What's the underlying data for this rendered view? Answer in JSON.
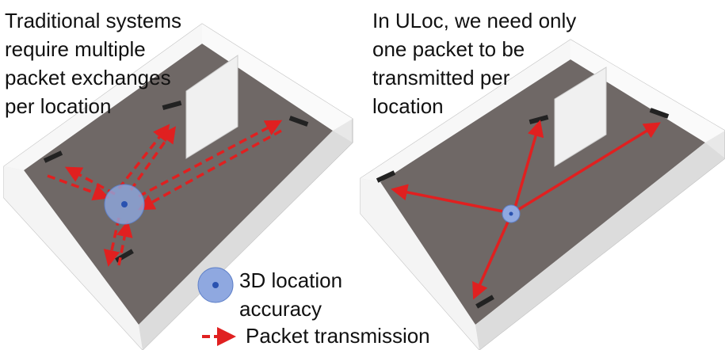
{
  "left_panel": {
    "caption_lines": [
      "Traditional systems",
      "require multiple",
      "packet exchanges",
      "per location"
    ]
  },
  "right_panel": {
    "caption_lines": [
      "In ULoc, we need only",
      "one packet to be",
      "transmitted per",
      "location"
    ]
  },
  "legend": {
    "accuracy_line1": "3D location",
    "accuracy_line2": "accuracy",
    "transmission": "Packet transmission"
  },
  "colors": {
    "arrow": "#e02020",
    "accuracy_circle": "#8fa8e0",
    "floor": "#6f6866",
    "wall": "#f2f2f2"
  },
  "icons": [
    "access-point-icon",
    "location-circle-icon",
    "dashed-arrow-icon"
  ]
}
